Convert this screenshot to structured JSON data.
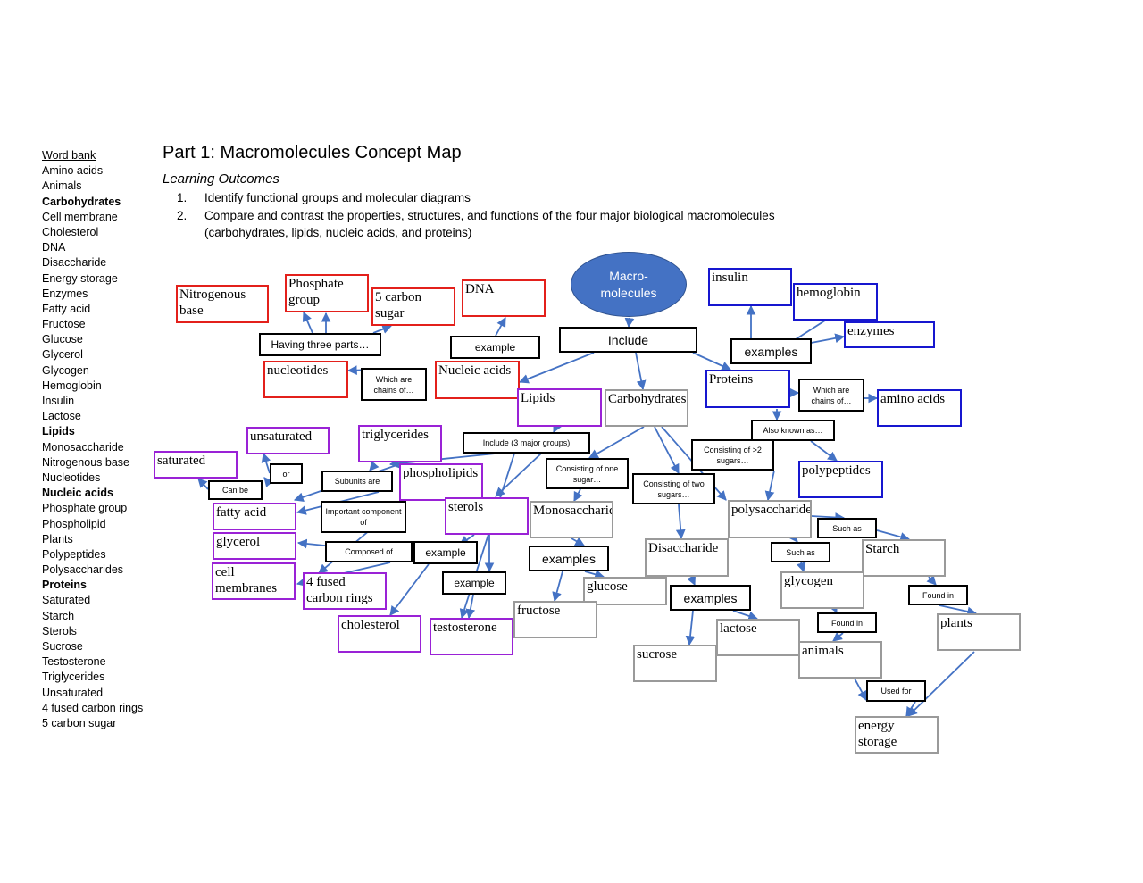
{
  "word_bank": {
    "title": "Word bank",
    "items": [
      {
        "label": "Amino acids",
        "bold": false
      },
      {
        "label": "Animals",
        "bold": false
      },
      {
        "label": "Carbohydrates",
        "bold": true
      },
      {
        "label": "Cell membrane",
        "bold": false
      },
      {
        "label": "Cholesterol",
        "bold": false
      },
      {
        "label": "DNA",
        "bold": false
      },
      {
        "label": "Disaccharide",
        "bold": false
      },
      {
        "label": "Energy storage",
        "bold": false
      },
      {
        "label": "Enzymes",
        "bold": false
      },
      {
        "label": "Fatty acid",
        "bold": false
      },
      {
        "label": "Fructose",
        "bold": false
      },
      {
        "label": "Glucose",
        "bold": false
      },
      {
        "label": "Glycerol",
        "bold": false
      },
      {
        "label": "Glycogen",
        "bold": false
      },
      {
        "label": "Hemoglobin",
        "bold": false
      },
      {
        "label": "Insulin",
        "bold": false
      },
      {
        "label": "Lactose",
        "bold": false
      },
      {
        "label": "Lipids",
        "bold": true
      },
      {
        "label": "Monosaccharide",
        "bold": false
      },
      {
        "label": "Nitrogenous base",
        "bold": false
      },
      {
        "label": "Nucleotides",
        "bold": false
      },
      {
        "label": "Nucleic acids",
        "bold": true
      },
      {
        "label": "Phosphate group",
        "bold": false
      },
      {
        "label": "Phospholipid",
        "bold": false
      },
      {
        "label": "Plants",
        "bold": false
      },
      {
        "label": "Polypeptides",
        "bold": false
      },
      {
        "label": "Polysaccharides",
        "bold": false
      },
      {
        "label": "Proteins",
        "bold": true
      },
      {
        "label": "Saturated",
        "bold": false
      },
      {
        "label": "Starch",
        "bold": false
      },
      {
        "label": "Sterols",
        "bold": false
      },
      {
        "label": "Sucrose",
        "bold": false
      },
      {
        "label": "Testosterone",
        "bold": false
      },
      {
        "label": "Triglycerides",
        "bold": false
      },
      {
        "label": "Unsaturated",
        "bold": false
      },
      {
        "label": "4 fused carbon rings",
        "bold": false
      },
      {
        "label": "5 carbon sugar",
        "bold": false
      }
    ]
  },
  "header": {
    "title": "Part 1: Macromolecules Concept Map",
    "outcomes_title": "Learning Outcomes",
    "outcomes": [
      {
        "num": "1.",
        "text": "Identify functional groups and molecular diagrams"
      },
      {
        "num": "2.",
        "text": "Compare and contrast the properties, structures, and functions of the four major biological macromolecules (carbohydrates, lipids, nucleic acids, and proteins)"
      }
    ]
  },
  "diagram": {
    "center": {
      "line1": "Macro-",
      "line2": "molecules"
    },
    "colors": {
      "red": "#e3201b",
      "blue": "#1717cf",
      "purple": "#9a22d6",
      "grey": "#9a9a9a",
      "arrow": "#4472c4",
      "center": "#4472c4"
    },
    "nodes": {
      "nitrogenous_base": "Nitrogenous base",
      "phosphate_group": "Phosphate group",
      "carbon_sugar": "5 carbon sugar",
      "dna": "DNA",
      "nucleotides": "nucleotides",
      "nucleic_acids": "Nucleic acids",
      "insulin": "insulin",
      "hemoglobin": "hemoglobin",
      "enzymes": "enzymes",
      "proteins": "Proteins",
      "amino_acids": "amino acids",
      "polypeptides": "polypeptides",
      "lipids": "Lipids",
      "carbohydrates": "Carbohydrates",
      "unsaturated": "unsaturated",
      "triglycerides": "triglycerides",
      "saturated": "saturated",
      "phospholipids": "phospholipids",
      "fatty_acid": "fatty acid",
      "sterols": "sterols",
      "glycerol": "glycerol",
      "cell_membranes": "cell membranes",
      "fused_rings": "4 fused carbon rings",
      "cholesterol": "cholesterol",
      "testosterone": "testosterone",
      "monosaccharide": "Monosaccharide",
      "glucose": "glucose",
      "fructose": "fructose",
      "disaccharide": "Disaccharide",
      "sucrose": "sucrose",
      "lactose": "lactose",
      "polysaccharide": "polysaccharide",
      "starch": "Starch",
      "glycogen": "glycogen",
      "plants": "plants",
      "animals": "animals",
      "energy_storage": "energy storage"
    },
    "links": {
      "having_three_parts": "Having three parts…",
      "example_dna": "example",
      "include": "Include",
      "examples_proteins": "examples",
      "which_are_chains_nuc": "Which are chains of…",
      "which_are_chains_prot": "Which are chains of…",
      "also_known_as": "Also known as…",
      "include_3_groups": "Include (3 major groups)",
      "or": "or",
      "can_be": "Can be",
      "subunits_are": "Subunits are",
      "consisting_one_sugar": "Consisting of one sugar…",
      "consisting_more_sugars": "Consisting of >2 sugars…",
      "consisting_two_sugars": "Consisting of two sugars…",
      "important_component": "Important component of",
      "composed_of": "Composed of",
      "example_sterol_1": "example",
      "example_sterol_2": "example",
      "examples_mono": "examples",
      "examples_di": "examples",
      "such_as_1": "Such as",
      "such_as_2": "Such as",
      "found_in_1": "Found in",
      "found_in_2": "Found in",
      "used_for": "Used for"
    }
  }
}
